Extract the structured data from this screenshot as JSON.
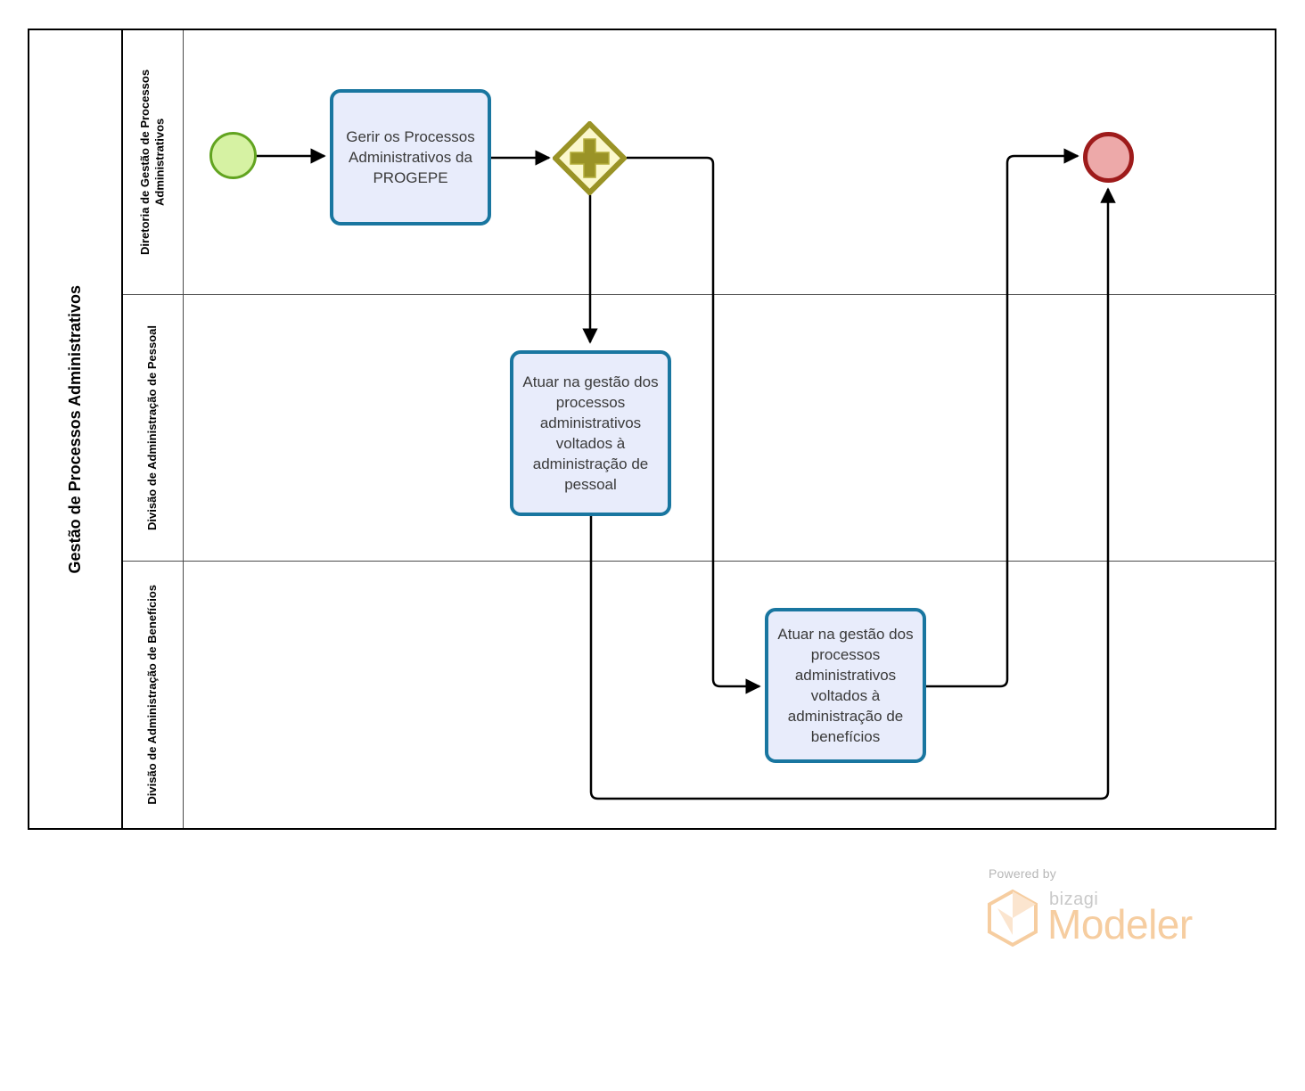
{
  "diagram": {
    "type": "bpmn-process",
    "pool": {
      "name": "Gestão de Processos Administrativos"
    },
    "lanes": [
      {
        "id": "lane-0",
        "name": "Diretoria de Gestão de Processos Administrativos"
      },
      {
        "id": "lane-1",
        "name": "Divisão de Administração de Pessoal"
      },
      {
        "id": "lane-2",
        "name": "Divisão de Administração de Benefícios"
      }
    ],
    "nodes": [
      {
        "id": "start-event",
        "kind": "start-event",
        "lane": "lane-0",
        "label": "",
        "colors": {
          "stroke": "#62a420",
          "fill": "#d6f2a3"
        }
      },
      {
        "id": "task-1",
        "kind": "task",
        "lane": "lane-0",
        "label": "Gerir os Processos Administrativos da PROGEPE",
        "colors": {
          "stroke": "#1976a0",
          "fill": "#e8ecfb"
        }
      },
      {
        "id": "gateway-parallel",
        "kind": "parallel-gateway",
        "lane": "lane-0",
        "label": "",
        "colors": {
          "stroke": "#9a9326",
          "fill": "#fbf8cc",
          "symbol": "#9a9326"
        }
      },
      {
        "id": "task-2",
        "kind": "task",
        "lane": "lane-1",
        "label": "Atuar na gestão dos processos administrativos voltados à administração de pessoal",
        "colors": {
          "stroke": "#1976a0",
          "fill": "#e8ecfb"
        }
      },
      {
        "id": "task-3",
        "kind": "task",
        "lane": "lane-2",
        "label": "Atuar na gestão dos processos administrativos voltados à administração de benefícios",
        "colors": {
          "stroke": "#1976a0",
          "fill": "#e8ecfb"
        }
      },
      {
        "id": "end-event",
        "kind": "end-event",
        "lane": "lane-0",
        "label": "",
        "colors": {
          "stroke": "#9e1b1b",
          "fill": "#eda9a9"
        }
      }
    ],
    "flows": [
      {
        "id": "flow-1",
        "from": "start-event",
        "to": "task-1"
      },
      {
        "id": "flow-2",
        "from": "task-1",
        "to": "gateway-parallel"
      },
      {
        "id": "flow-3",
        "from": "gateway-parallel",
        "to": "task-2"
      },
      {
        "id": "flow-4",
        "from": "gateway-parallel",
        "to": "task-3"
      },
      {
        "id": "flow-5",
        "from": "task-3",
        "to": "end-event"
      },
      {
        "id": "flow-6",
        "from": "task-2",
        "to": "end-event"
      }
    ]
  },
  "footer": {
    "powered_by": "Powered by",
    "brand": "bizagi",
    "product": "Modeler",
    "brand_color": "#f6cda0"
  }
}
